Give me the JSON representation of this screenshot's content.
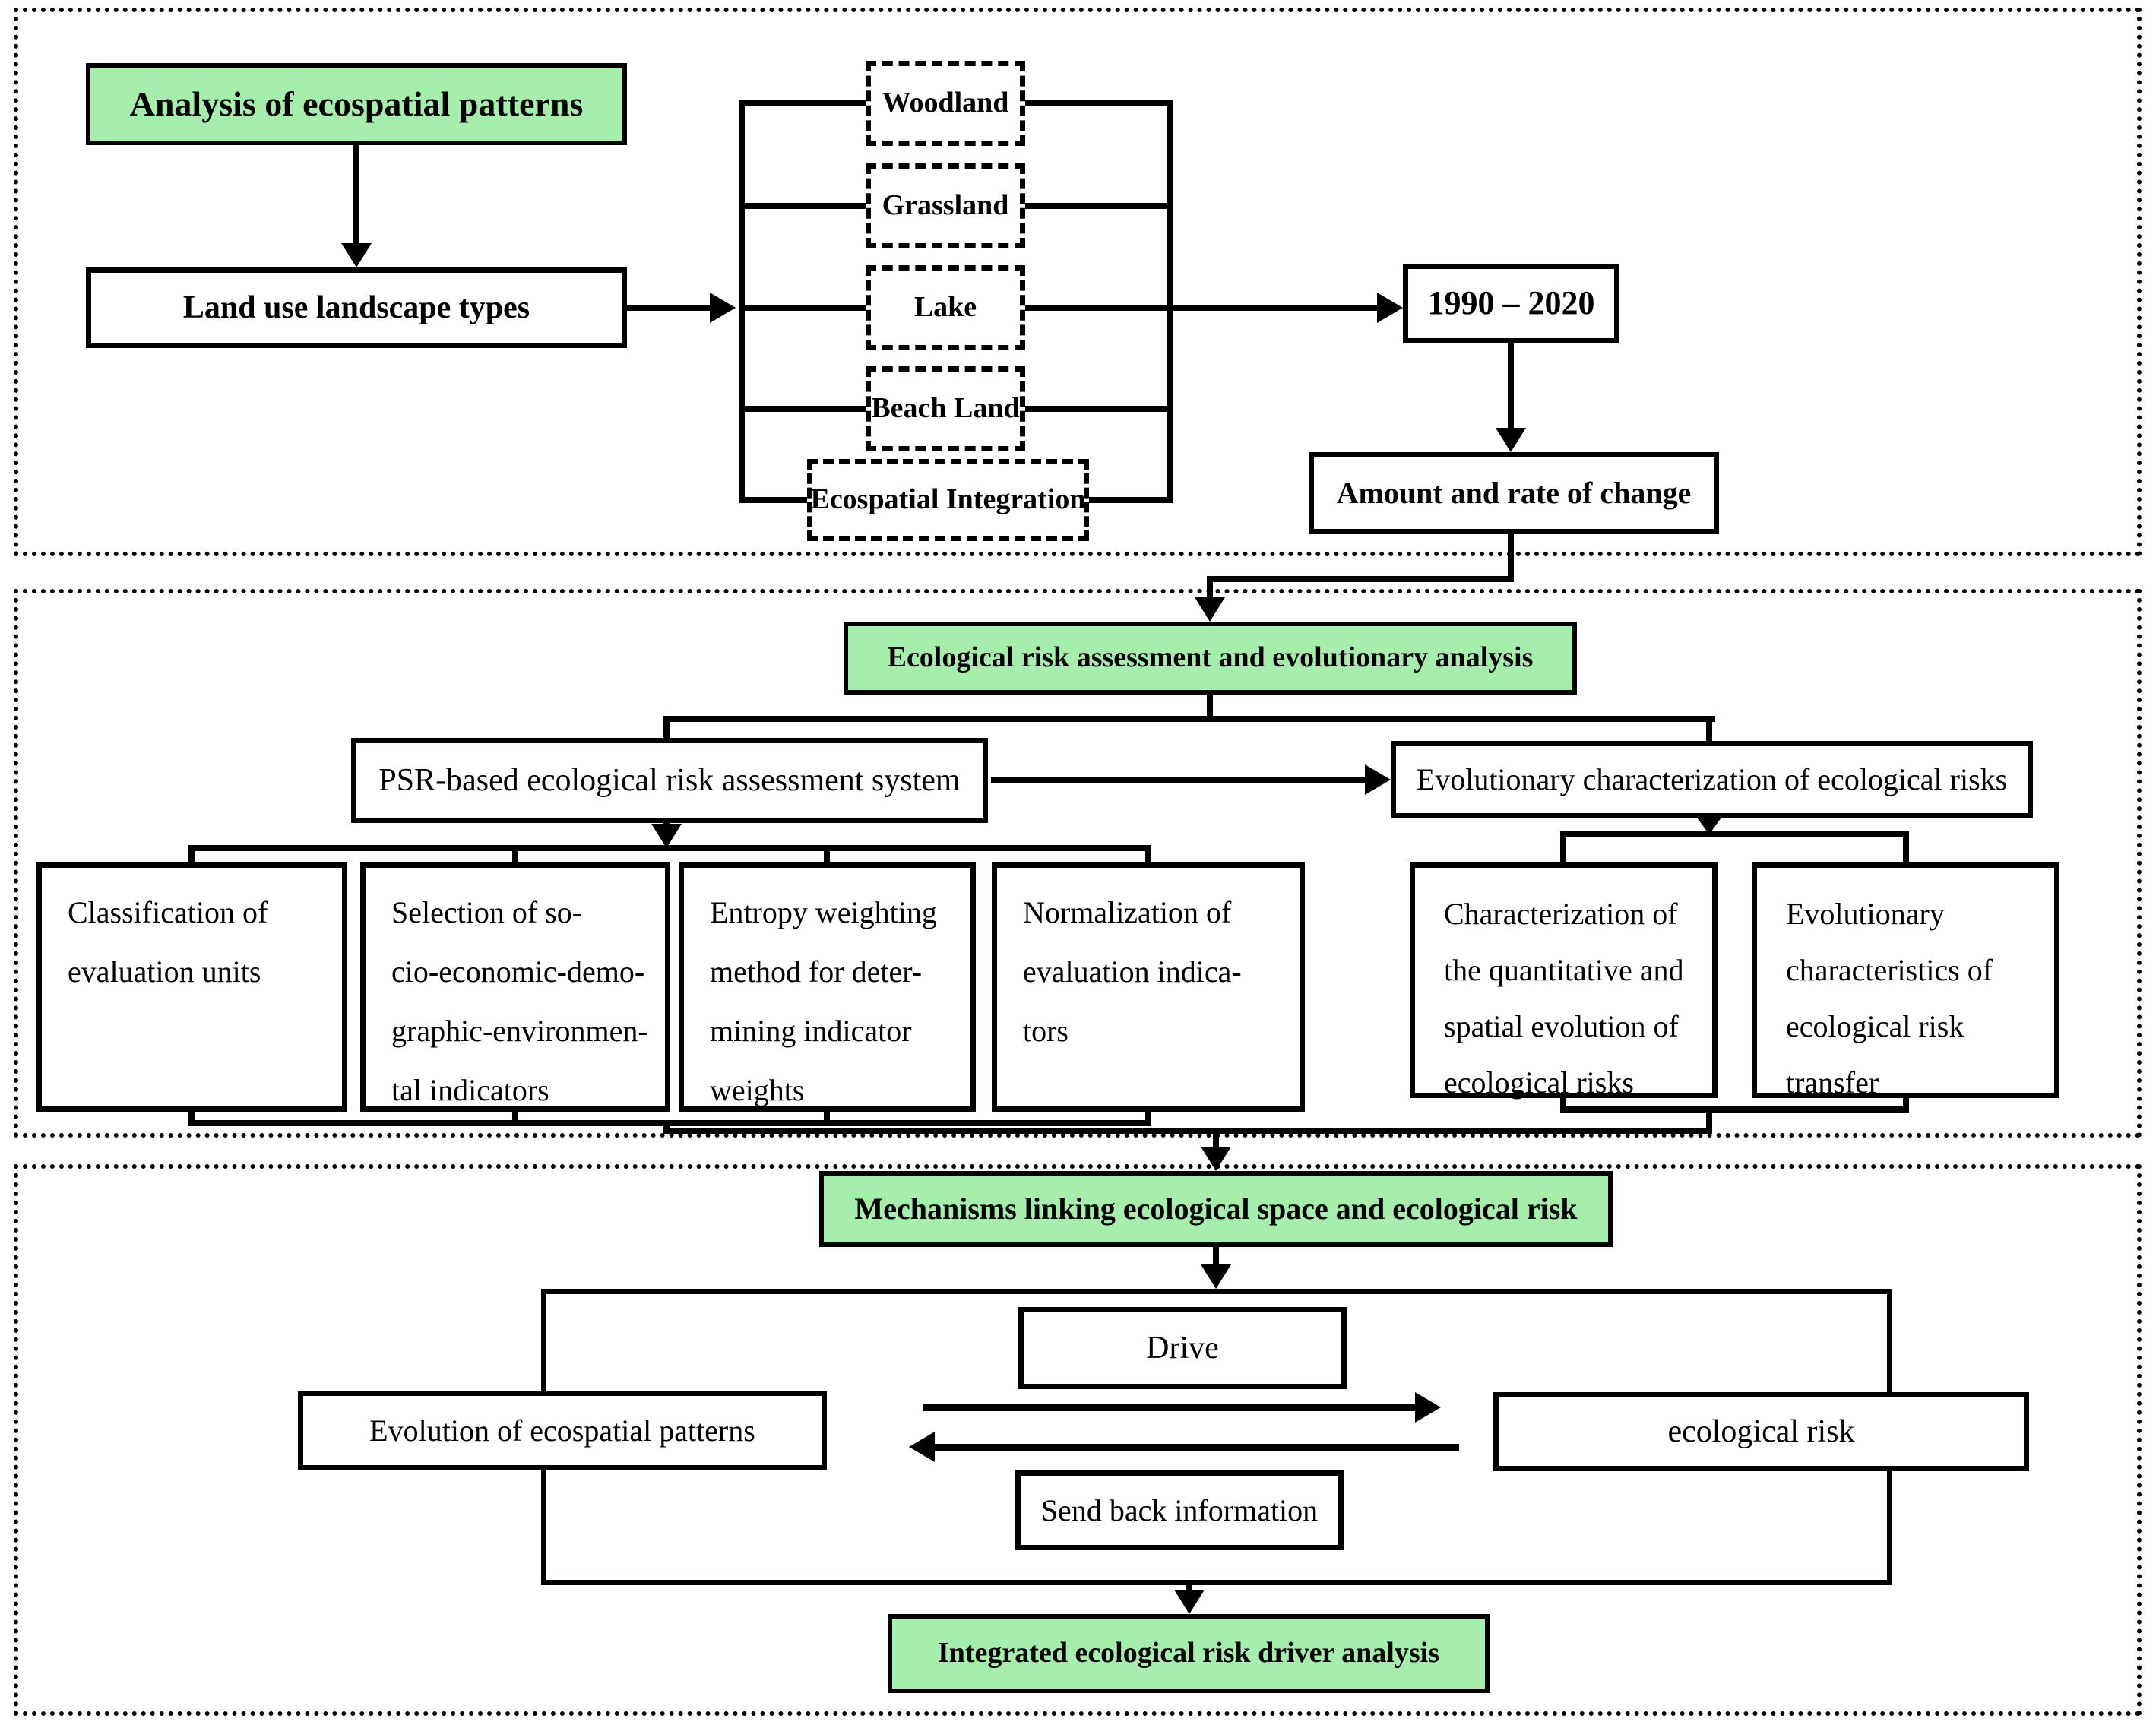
{
  "colors": {
    "highlight_green": "#a5eeab",
    "line": "#000000",
    "background": "#ffffff"
  },
  "section1": {
    "header": "Analysis of ecospatial patterns",
    "land_use": "Land use landscape types",
    "types": [
      "Woodland",
      "Grassland",
      "Lake",
      "Beach Land",
      "Ecospatial Integration"
    ],
    "period": "1990 – 2020",
    "change": "Amount and rate  of change"
  },
  "section2": {
    "header": "Ecological risk assessment and evolutionary analysis",
    "psr": "PSR-based ecological risk assessment system",
    "evo": "Evolutionary characterization of ecological risks",
    "psr_items": [
      "Classification of\nevaluation units",
      "Selection of so-\ncio-economic-demo-\ngraphic-environmen-\ntal indicators",
      "Entropy weighting\nmethod for deter-\nmining indicator\nweights",
      "Normalization of\nevaluation indica-\ntors"
    ],
    "evo_items": [
      "Characterization of\nthe quantitative and\nspatial evolution of\necological risks",
      "Evolutionary\ncharacteristics of\necological risk\ntransfer"
    ]
  },
  "section3": {
    "header": "Mechanisms linking ecological space and ecological risk",
    "evolution": "Evolution of ecospatial patterns",
    "drive": "Drive",
    "send_back": "Send back information",
    "risk": "ecological risk",
    "footer": "Integrated ecological risk driver analysis"
  }
}
